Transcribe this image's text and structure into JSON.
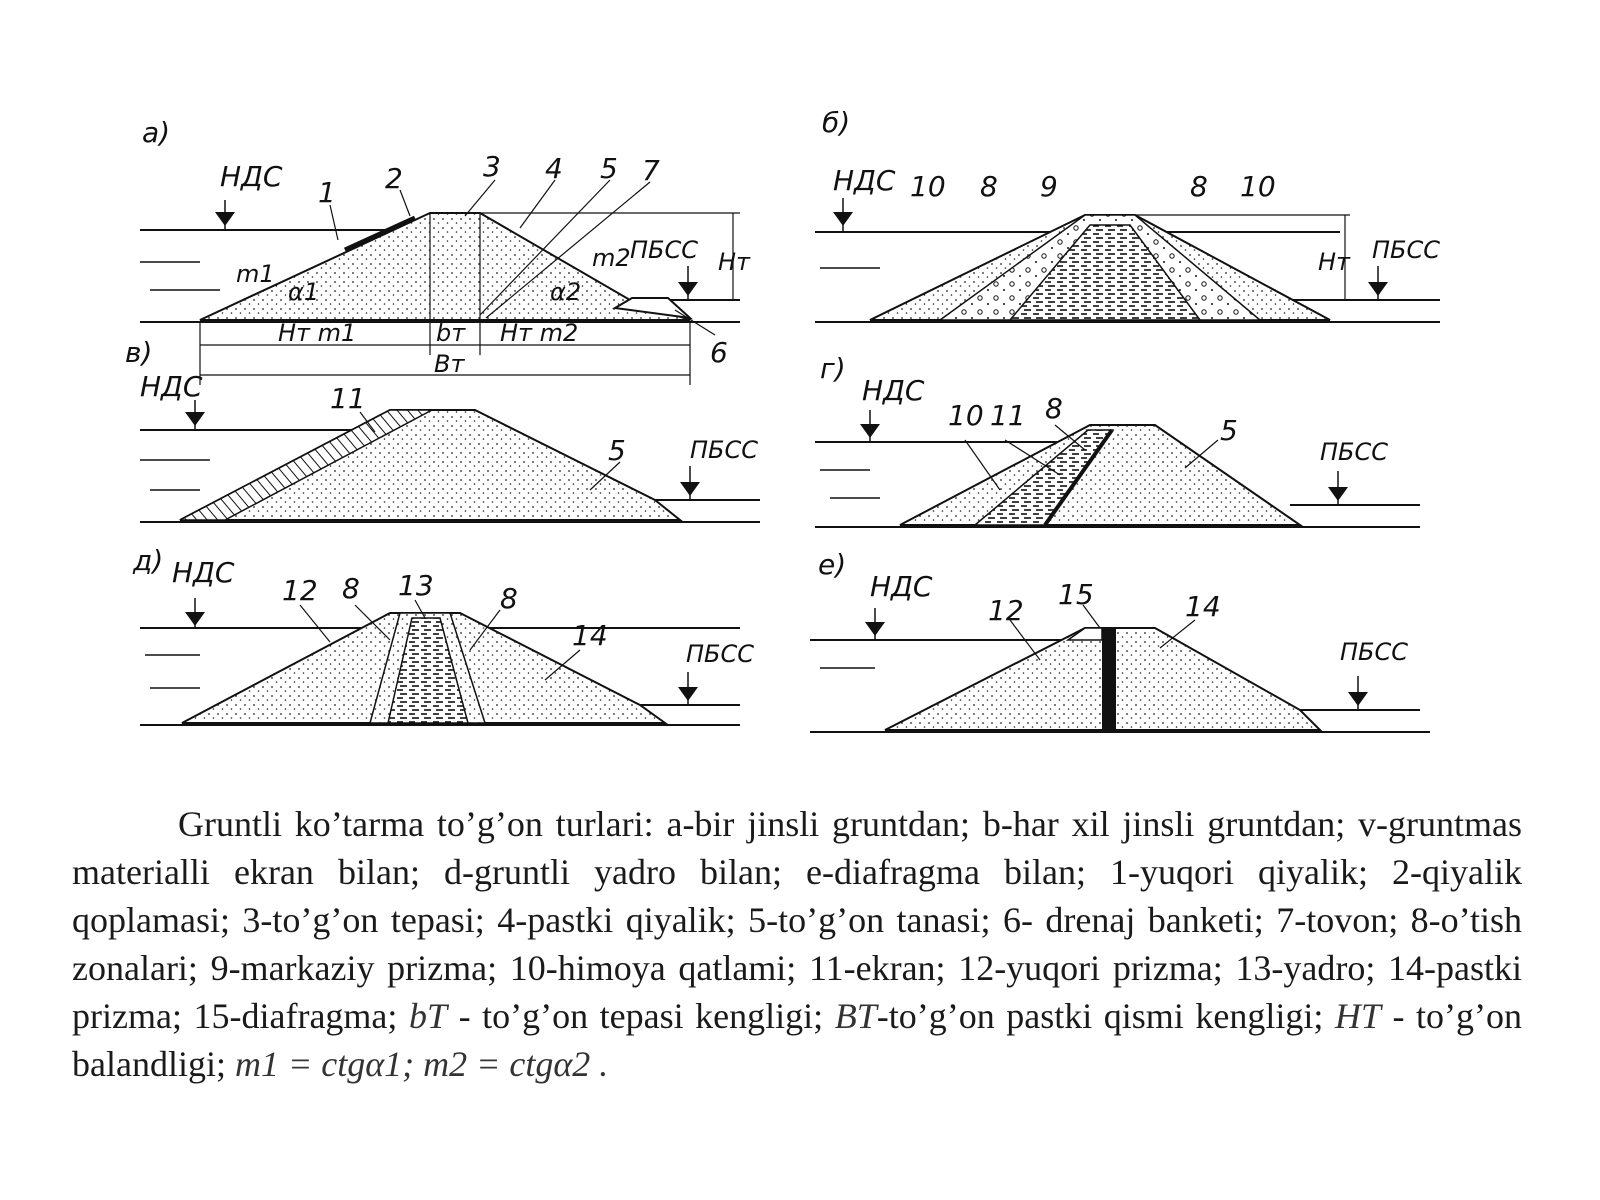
{
  "figure": {
    "panels": [
      {
        "letter": "a)",
        "level_up": "НДС",
        "level_down": "ПБСС",
        "labels": [
          "1",
          "2",
          "3",
          "4",
          "5",
          "7",
          "6"
        ],
        "slope_up": "m1",
        "slope_down": "m2",
        "angle_up": "α1",
        "angle_down": "α2",
        "height": "Hт",
        "dim_left": "Hт m1",
        "dim_crest": "bт",
        "dim_right": "Hт m2",
        "dim_base": "Bт"
      },
      {
        "letter": "б)",
        "level_up": "НДС",
        "level_down": "ПБСС",
        "labels": [
          "10",
          "8",
          "9",
          "8",
          "10"
        ],
        "height": "Hт"
      },
      {
        "letter": "в)",
        "level_up": "НДС",
        "level_down": "ПБСС",
        "labels": [
          "11",
          "5"
        ]
      },
      {
        "letter": "г)",
        "level_up": "НДС",
        "level_down": "ПБСС",
        "labels": [
          "10",
          "11",
          "8",
          "5"
        ]
      },
      {
        "letter": "д)",
        "level_up": "НДС",
        "level_down": "ПБСС",
        "labels": [
          "12",
          "8",
          "13",
          "8",
          "14"
        ]
      },
      {
        "letter": "е)",
        "level_up": "НДС",
        "level_down": "ПБСС",
        "labels": [
          "12",
          "15",
          "14"
        ]
      }
    ]
  },
  "caption": {
    "lead": "Gruntli ko’tarma to’g’on turlari: a-bir jinsli gruntdan; b-har xil jinsli gruntdan; v-gruntmas materialli ekran bilan; d-gruntli yadro bilan; e-diafragma bilan; 1-yuqori qiyalik; 2-qiyalik qoplamasi; 3-to’g’on tepasi; 4-pastki qiyalik; 5-to’g’on tanasi; 6- drenaj banketi; 7-tovon; 8-o’tish zonalari; 9-markaziy prizma; 10-himoya qatlami; 11-ekran; 12-yuqori prizma; 13-yadro; 14-pastki prizma; 15-diafragma;",
    "sym_b": "bT",
    "text_b": " - to’g’on tepasi kengligi; ",
    "sym_B": "BT",
    "text_B": "-to’g’on pastki qismi kengligi; ",
    "sym_H": "HT",
    "text_H": " - to’g’on balandligi; ",
    "formula": "m1 = ctgα1;  m2 = ctgα2 ."
  }
}
